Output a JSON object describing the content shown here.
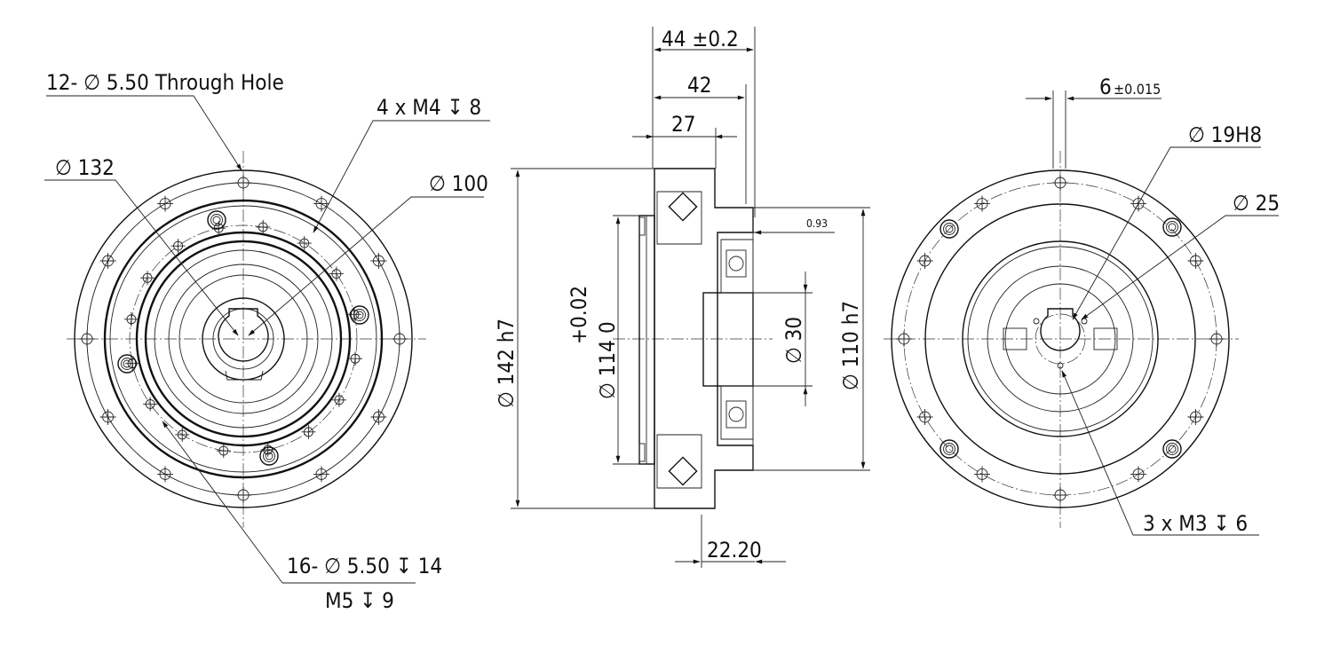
{
  "views": {
    "front": {
      "through_hole_callout": "12- ∅ 5.50 Through Hole",
      "tapped_callout": "4 x  M4  ↧ 8",
      "dia_outer": "∅ 132",
      "dia_inner": "∅ 100",
      "blind_hole_callout": "16- ∅ 5.50 ↧ 14",
      "thread_callout": "M5 ↧ 9"
    },
    "section": {
      "width_total": "44 ±0.2",
      "width_42": "42",
      "width_27": "27",
      "offset_093": "0.93",
      "dia_142": "∅ 142 h7",
      "dia_114": "∅ 114",
      "tol_upper": "+0.02",
      "tol_lower": "0",
      "dia_30": "∅ 30",
      "dia_110": "∅ 110 h7",
      "hub_width": "22.20"
    },
    "rear": {
      "key_width": "6",
      "key_tol": "±0.015",
      "bore": "∅ 19H8",
      "dia_25": "∅ 25",
      "tapped_callout": "3 x  M3  ↧ 6"
    }
  }
}
